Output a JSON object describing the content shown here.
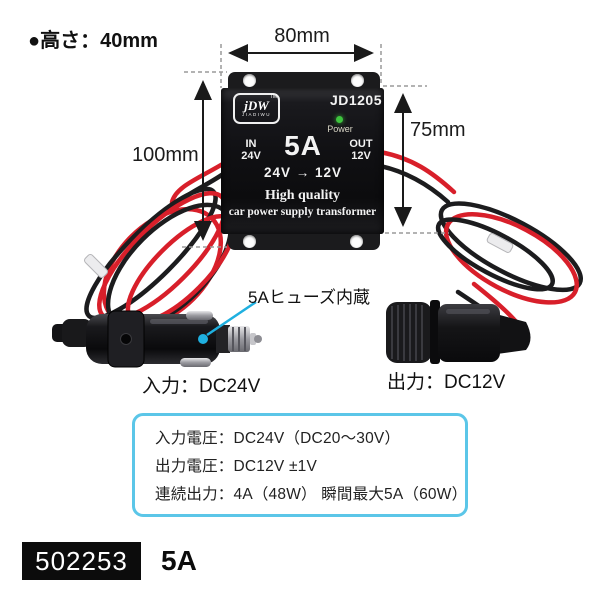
{
  "annotations": {
    "height_note": "●高さ：40mm",
    "width_label": "80mm",
    "overall_height_label": "100mm",
    "body_height_label": "75mm",
    "fuse_callout": "5Aヒューズ内蔵",
    "input_label": "入力：DC24V",
    "output_label": "出力：DC12V"
  },
  "device": {
    "model": "JD1205",
    "brand_script": "jDW",
    "brand_tm": "TM",
    "brand_sub": "JIADIWU",
    "power_label": "Power",
    "amp_rating": "5A",
    "in_line1": "IN",
    "in_line2": "24V",
    "out_line1": "OUT",
    "out_line2": "12V",
    "conversion": "24V → 12V",
    "tagline1": "High quality",
    "tagline2": "car power supply transformer"
  },
  "specs": {
    "line1": "入力電圧：DC24V（DC20〜30V）",
    "line2": "出力電圧：DC12V ±1V",
    "line3": "連続出力：4A（48W） 瞬間最大5A（60W）"
  },
  "footer": {
    "code": "502253",
    "amp": "5A"
  },
  "colors": {
    "accent_cyan": "#1fb0e0",
    "spec_border": "#5bc6e8",
    "wire_red": "#d81f2a",
    "wire_black": "#1c1c1e",
    "led_green": "#3ec43e"
  }
}
